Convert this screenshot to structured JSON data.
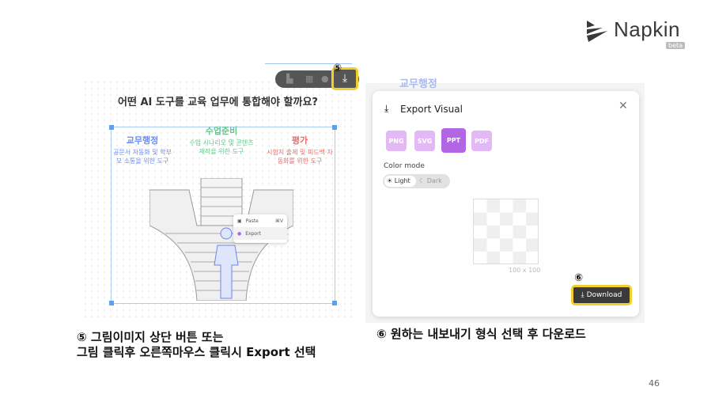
{
  "logo": {
    "name": "Napkin",
    "badge": "beta"
  },
  "left_shot": {
    "step": "⑤",
    "toolbar_icons": [
      "style-icon",
      "layout-icon",
      "palette-icon",
      "download-icon"
    ],
    "title": "어떤 AI 도구를 교육 업무에 통합해야 할까요?",
    "columns": [
      {
        "heading": "교무행정",
        "text": "공문서 자동화 및 학부모 소통을 위한 도구",
        "color": "#6b8cf0"
      },
      {
        "heading": "수업준비",
        "text": "수업 시나리오 및 콘텐츠 제작을 위한 도구",
        "color": "#5ec98a"
      },
      {
        "heading": "평가",
        "text": "시험지 출제 및 피드백 자동화를 위한 도구",
        "color": "#ef6b6b"
      }
    ],
    "context_menu": [
      {
        "label": "Paste",
        "shortcut": "⌘V"
      },
      {
        "label": "Export"
      }
    ]
  },
  "right_shot": {
    "bg_text": "교무행정",
    "dialog_title": "Export Visual",
    "formats": [
      "PNG",
      "SVG",
      "PPT",
      "PDF"
    ],
    "selected_format": "PPT",
    "color_mode_label": "Color mode",
    "modes": [
      "Light",
      "Dark"
    ],
    "size": "100 x 100",
    "step": "⑥",
    "download_label": "Download"
  },
  "captions": {
    "left_line1": "⑤ 그림이미지 상단 버튼 또는",
    "left_line2": "그림 클릭후 오른쪽마우스 클릭시 Export 선택",
    "right": "⑥ 원하는 내보내기 형식 선택 후 다운로드"
  },
  "page_number": "46"
}
